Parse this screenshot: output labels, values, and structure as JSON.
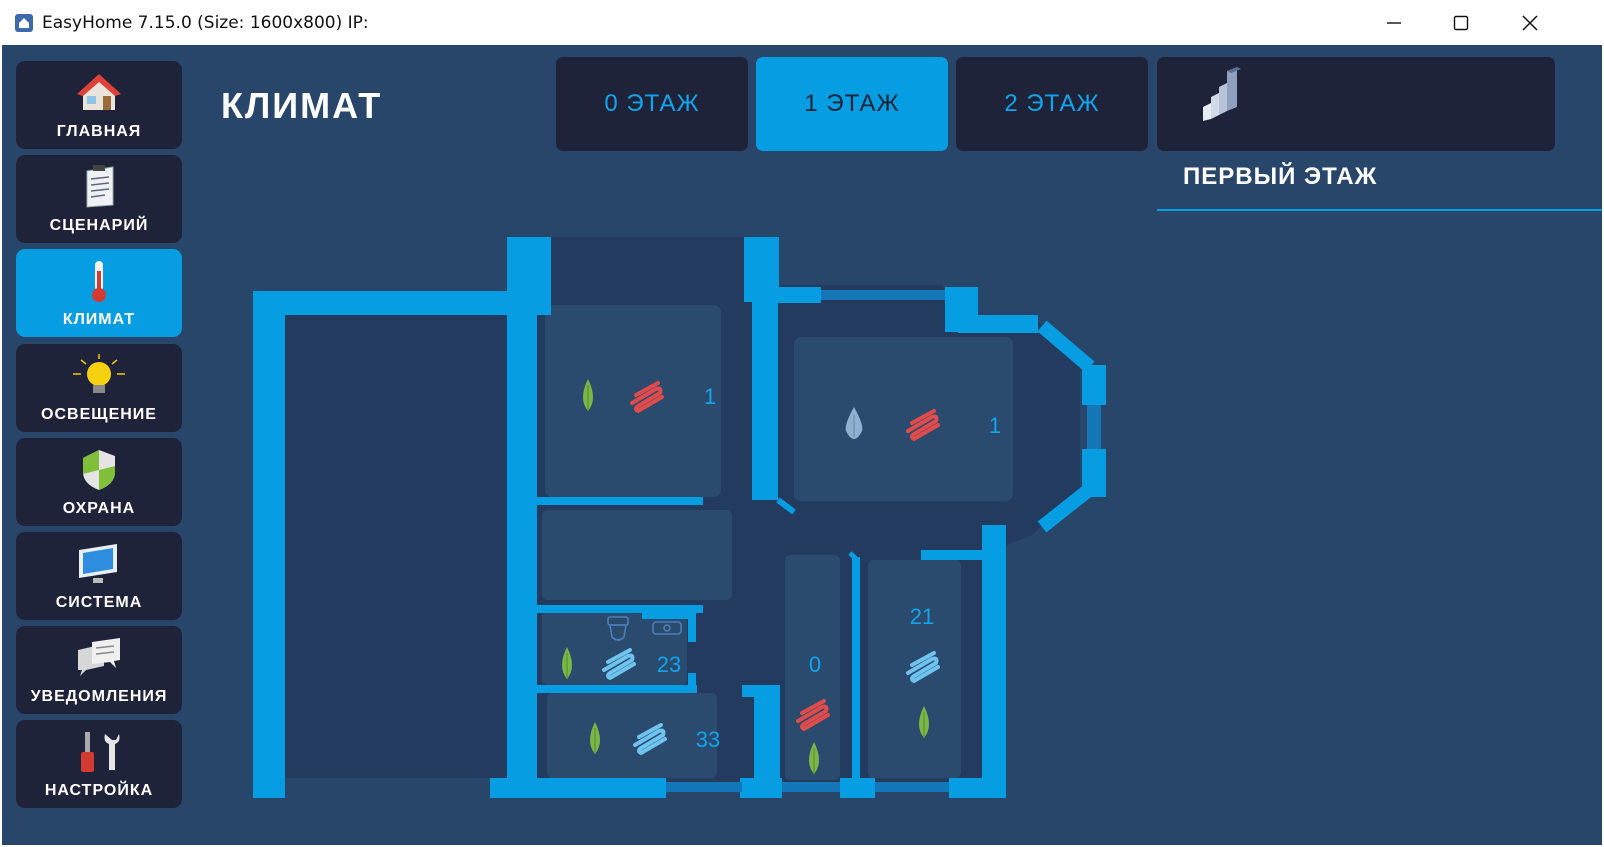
{
  "window": {
    "title": "EasyHome 7.15.0 (Size: 1600x800) IP:",
    "minimize_icon": "minimize-icon",
    "maximize_icon": "maximize-icon",
    "close_icon": "close-icon"
  },
  "nav": {
    "items": [
      {
        "label": "ГЛАВНАЯ",
        "icon": "house-icon"
      },
      {
        "label": "СЦЕНАРИЙ",
        "icon": "document-icon"
      },
      {
        "label": "КЛИМАТ",
        "icon": "thermometer-icon"
      },
      {
        "label": "ОСВЕЩЕНИЕ",
        "icon": "lightbulb-icon"
      },
      {
        "label": "ОХРАНА",
        "icon": "shield-icon"
      },
      {
        "label": "СИСТЕМА",
        "icon": "monitor-icon"
      },
      {
        "label": "УВЕДОМЛЕНИЯ",
        "icon": "messages-icon"
      },
      {
        "label": "НАСТРОЙКА",
        "icon": "tools-icon"
      }
    ],
    "active_index": 2
  },
  "header": {
    "title": "КЛИМАТ",
    "floor_tabs": [
      {
        "label": "0 ЭТАЖ"
      },
      {
        "label": "1 ЭТАЖ"
      },
      {
        "label": "2 ЭТАЖ"
      }
    ],
    "active_floor": 1,
    "floors_view_icon": "floors-3d-icon"
  },
  "panel": {
    "title": "ПЕРВЫЙ ЭТАЖ"
  },
  "rooms": [
    {
      "value": "1",
      "icons": [
        "leaf-icon",
        "heater-icon"
      ]
    },
    {
      "value": "1",
      "icons": [
        "water-drop-icon",
        "heater-icon"
      ]
    },
    {
      "value": "23",
      "icons": [
        "leaf-icon",
        "cooler-icon",
        "toilet-icon",
        "sink-icon"
      ]
    },
    {
      "value": "33",
      "icons": [
        "leaf-icon",
        "cooler-icon"
      ]
    },
    {
      "value": "0",
      "icons": [
        "heater-icon",
        "leaf-icon"
      ]
    },
    {
      "value": "21",
      "icons": [
        "cooler-icon",
        "leaf-icon"
      ]
    }
  ],
  "colors": {
    "background": "#28456a",
    "tile": "#1e2339",
    "accent": "#069de3",
    "wall": "#069de3",
    "heater": "#e04c4c",
    "cooler": "#6fc3ef",
    "leaf": "#7ab648"
  }
}
